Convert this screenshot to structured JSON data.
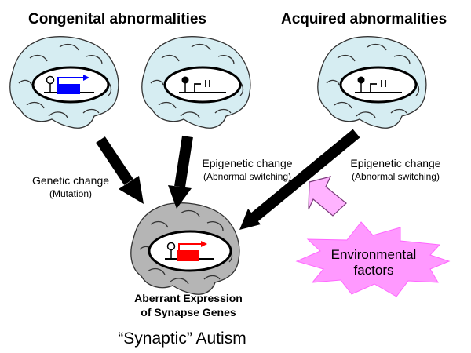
{
  "headers": {
    "congenital": "Congenital abnormalities",
    "acquired": "Acquired abnormalities"
  },
  "labels": {
    "genetic_change": "Genetic change",
    "mutation": "(Mutation)",
    "epigenetic_change_1": "Epigenetic change",
    "abnormal_switching_1": "(Abnormal switching)",
    "epigenetic_change_2": "Epigenetic change",
    "abnormal_switching_2": "(Abnormal switching)"
  },
  "environmental": {
    "line1": "Environmental",
    "line2": "factors"
  },
  "result": {
    "line1": "Aberrant Expression",
    "line2": "of Synapse Genes",
    "title": "“Synaptic” Autism"
  },
  "colors": {
    "brain_light": "#d6edf2",
    "brain_gray": "#b5b5b5",
    "gene_blue": "#0000ff",
    "gene_red": "#ff0000",
    "star_pink": "#ff99ff",
    "arrow_pink": "#ffb3ff"
  }
}
